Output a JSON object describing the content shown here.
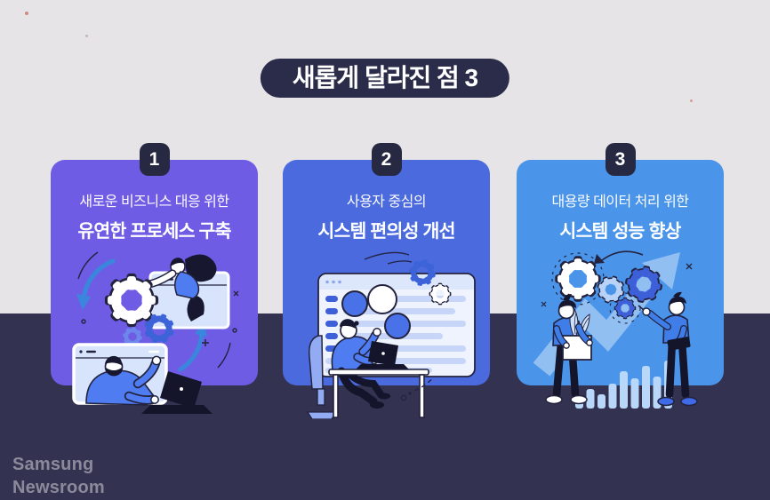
{
  "title": {
    "label": "새롭게 달라진 점 3"
  },
  "cards": [
    {
      "number": "1",
      "subtitle": "새로운 비즈니스 대응 위한",
      "title": "유연한 프로세스 구축",
      "illustration": "two-people-collaborating-through-browser-windows-with-gears-cycle-arrows-and-laptop",
      "accent": "#6e5ce4"
    },
    {
      "number": "2",
      "subtitle": "사용자 중심의",
      "title": "시스템 편의성 개선",
      "illustration": "person-at-desk-with-laptop-in-front-of-app-window-with-list-rows-circles-and-gears",
      "accent": "#4a6ade"
    },
    {
      "number": "3",
      "subtitle": "대용량 데이터 처리 위한",
      "title": "시스템 성능 향상",
      "illustration": "two-people-with-gears-rising-zigzag-arrow-and-bar-chart",
      "accent": "#4a94e9"
    }
  ],
  "footer": {
    "brand_line1": "Samsung",
    "brand_line2": "Newsroom"
  },
  "colors": {
    "background_top": "#e6e4e7",
    "background_bottom": "#333251",
    "title_badge": "#2b2c49",
    "number_badge": "#272942",
    "card1": "#6e5ce4",
    "card2": "#4a6ade",
    "card3": "#4a94e9",
    "footer_text": "#8b8a9b",
    "illustration_outline": "#23233f",
    "illustration_blue": "#3d63d9"
  }
}
